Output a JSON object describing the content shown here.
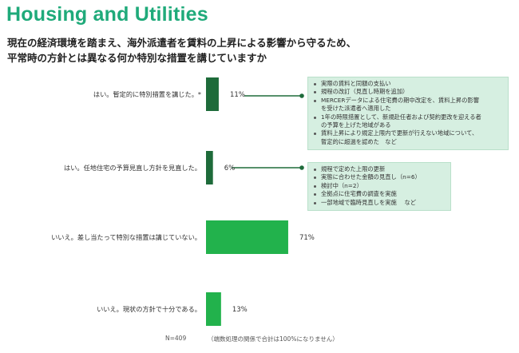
{
  "page": {
    "title": "Housing and Utilities",
    "subtitle_line1": "現在の経済環境を踏まえ、海外派遣者を賃料の上昇による影響から守るため、",
    "subtitle_line2": "平常時の方針とは異なる何か特別な措置を講じていますか",
    "footer_n": "N=409",
    "footer_note": "（端数処理の関係で合計は100%になりません）"
  },
  "chart_data": {
    "type": "bar",
    "orientation": "horizontal",
    "categories": [
      "はい。暫定的に特別措置を講じた。*",
      "はい。任地住宅の予算見直し方針を見直した。",
      "いいえ。差し当たって特別な措置は講じていない。",
      "いいえ。現状の方針で十分である。"
    ],
    "values": [
      11,
      6,
      71,
      13
    ],
    "value_labels": [
      "11%",
      "6%",
      "71%",
      "13%"
    ],
    "units": "%",
    "xlim": [
      0,
      100
    ],
    "grid": false,
    "bar_colors": [
      "#1e6b3a",
      "#1e6b3a",
      "#22b24c",
      "#22b24c"
    ]
  },
  "notes": {
    "box1": [
      "実際の賃料と同額の支払い",
      "規程の改訂（見直し時期を追加）",
      "MERCERデータによる住宅費の期中改定を、賃料上昇の影響",
      "を受けた派遣者へ適用した",
      "1年の時限措置として、新規赴任者および契約更改を迎える者",
      "の予算を上げた地域がある",
      "賃料上昇により規定上限内で更新が行えない地域について、",
      "暫定的に超過を認めた　など"
    ],
    "box1_bullets": [
      true,
      true,
      true,
      false,
      true,
      false,
      true,
      false
    ],
    "box2": [
      "規程で定めた上限の更新",
      "実態に合わせた金額の見直し（n=6）",
      "検討中（n=2）",
      "全拠点に住宅費の調査を実施",
      "一部地域で臨時見直しを実施　 など"
    ]
  },
  "colors": {
    "title": "#1faa7a",
    "box_fill": "#d6efe1",
    "connector": "#1e6b3a"
  }
}
